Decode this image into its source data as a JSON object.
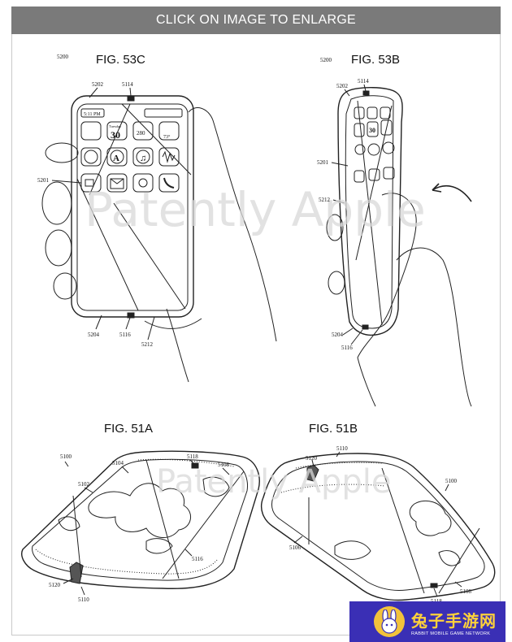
{
  "banner": {
    "text": "CLICK ON IMAGE TO ENLARGE"
  },
  "watermark": "Patently Apple",
  "figures": {
    "fig53c": {
      "label": "FIG. 53C",
      "refs": {
        "r5200": "5200",
        "r5202": "5202",
        "r5114": "5114",
        "r5201": "5201",
        "r5204": "5204",
        "r5116": "5116",
        "r5212": "5212"
      },
      "status_time": "5:11 PM",
      "calendar_day": "Tuesday",
      "calendar_date": "30",
      "road_sign": "280",
      "temperature": "73°"
    },
    "fig53b": {
      "label": "FIG. 53B",
      "refs": {
        "r5200": "5200",
        "r5202": "5202",
        "r5114": "5114",
        "r5201": "5201",
        "r5212": "5212",
        "r5204": "5204",
        "r5116": "5116"
      },
      "calendar_date": "30"
    },
    "fig51a": {
      "label": "FIG. 51A",
      "refs": {
        "r5100": "5100",
        "r5104": "5104",
        "r5118": "5118",
        "r5108": "5108",
        "r5102": "5102",
        "r5116": "5116",
        "r5120": "5120",
        "r5110": "5110"
      }
    },
    "fig51b": {
      "label": "FIG. 51B",
      "refs": {
        "r5110": "5110",
        "r5120": "5120",
        "r5100": "5100",
        "r5106": "5106",
        "r5118": "5118",
        "r5108": "5108"
      }
    }
  },
  "badge": {
    "title": "兔子手游网",
    "subtitle": "RABBIT MOBILE GAME NETWORK"
  }
}
